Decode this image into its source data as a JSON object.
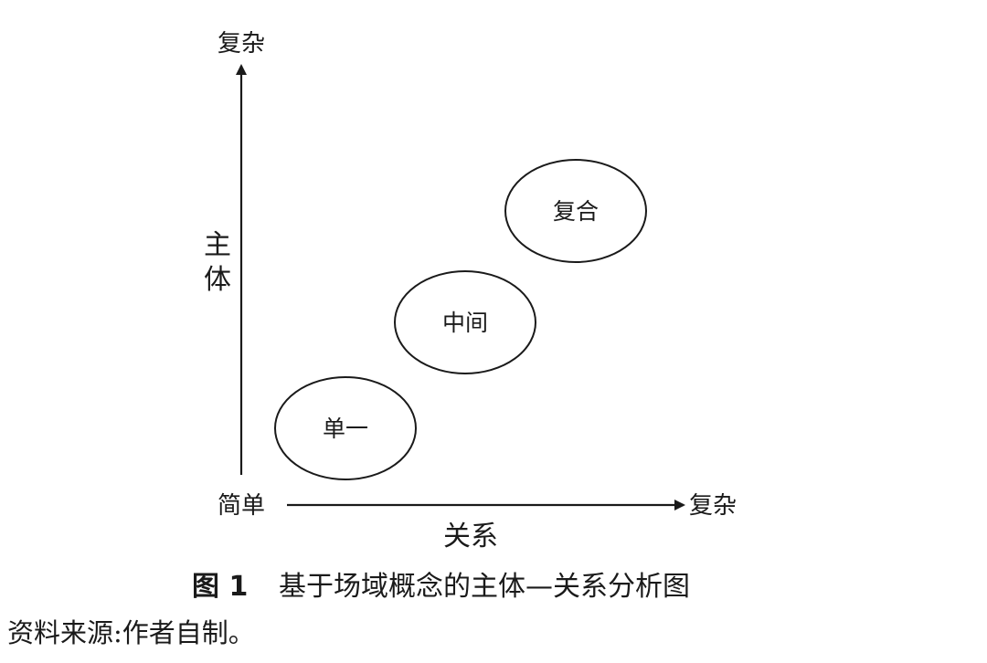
{
  "axes": {
    "y_top_label": "复杂",
    "y_title_char1": "主",
    "y_title_char2": "体",
    "origin_label": "简单",
    "x_end_label": "复杂",
    "x_title": "关系"
  },
  "nodes": [
    {
      "label": "单一"
    },
    {
      "label": "中间"
    },
    {
      "label": "复合"
    }
  ],
  "caption": {
    "number": "图 1",
    "text": "基于场域概念的主体—关系分析图"
  },
  "source": "资料来源:作者自制。",
  "colors": {
    "stroke": "#1a1a1a",
    "background": "#ffffff"
  }
}
